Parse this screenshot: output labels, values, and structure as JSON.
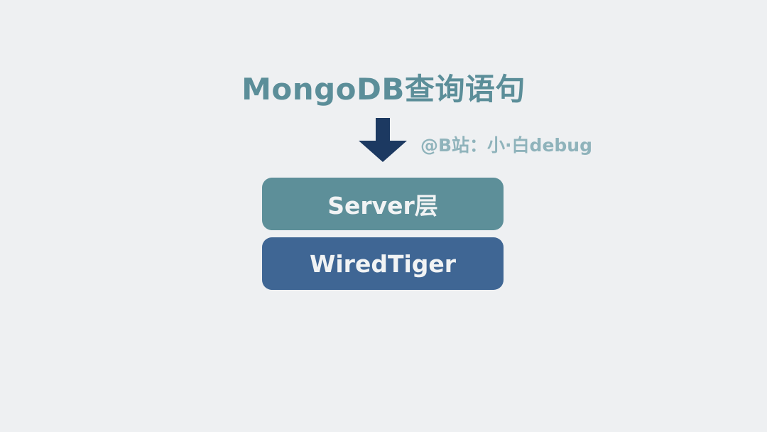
{
  "title": "MongoDB查询语句",
  "watermark": "@B站：小·白debug",
  "layers": [
    {
      "label": "Server层",
      "color": "#5d8f99"
    },
    {
      "label": "WiredTiger",
      "color": "#3f6694"
    }
  ],
  "colors": {
    "arrow": "#1c3961",
    "title": "#5b8e99",
    "background": "#eef0f2"
  }
}
